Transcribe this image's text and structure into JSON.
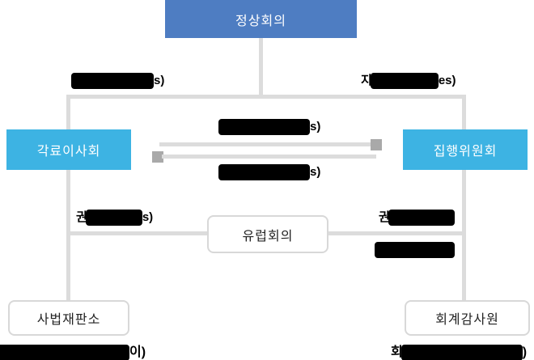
{
  "nodes": {
    "summit": "정상회의",
    "council": "각료이사회",
    "commission": "집행위원회",
    "european_council": "유럽회의",
    "court_of_justice": "사법재판소",
    "court_of_auditors": "회계감사원"
  },
  "labels": {
    "top_left_suffix": "s)",
    "top_right_prefix": "지",
    "top_right_suffix": "es)",
    "mid_top_suffix": "s)",
    "mid_bottom_suffix": "s)",
    "left_mid_prefix": "권",
    "left_mid_suffix": "s)",
    "right_upper_prefix": "권",
    "caption_left_suffix": "이)",
    "caption_right_prefix": "회",
    "caption_right_suffix": ")"
  },
  "colors": {
    "summit_blue": "#4e7dc2",
    "side_blue": "#3db3e3",
    "connector_gray": "#dcdcdc",
    "arrowhead_gray": "#a9a9a9",
    "box_border_gray": "#d8d8d8",
    "redaction_black": "#000000"
  }
}
